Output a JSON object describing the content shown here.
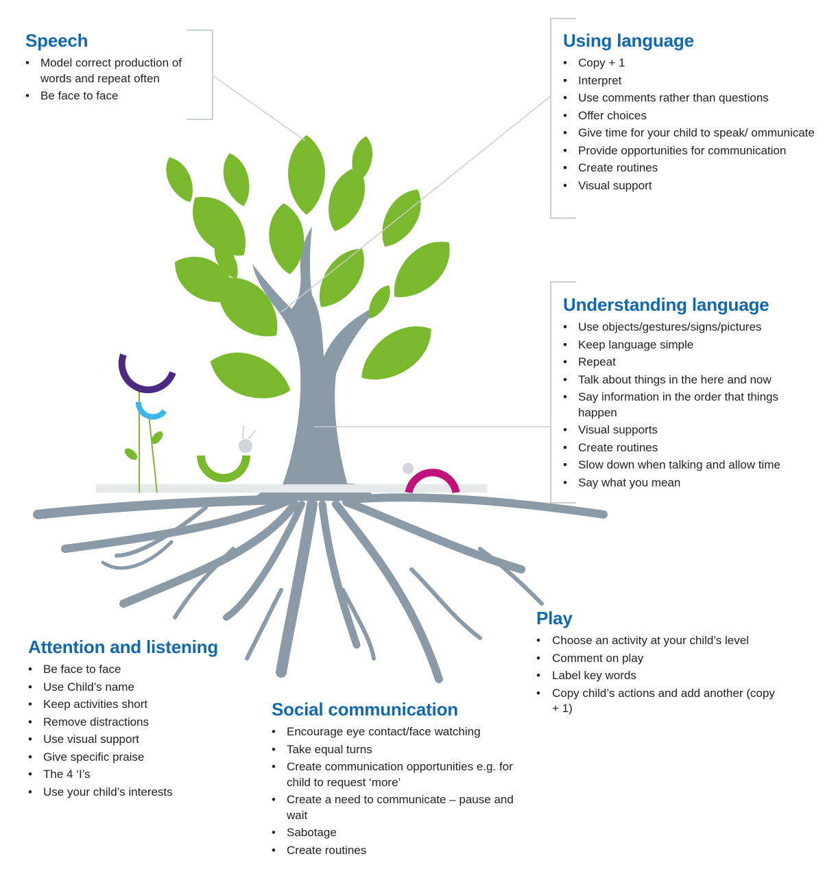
{
  "colors": {
    "heading": "#1068b0",
    "leaf": "#7ab92e",
    "trunk": "#8a9aa6",
    "purple": "#4b2a83",
    "cyan": "#3cb6e8",
    "magenta": "#c0127a"
  },
  "sections": {
    "speech": {
      "title": "Speech",
      "items": [
        "Model correct production of words and repeat often",
        "Be face to face"
      ]
    },
    "using": {
      "title": "Using language",
      "items": [
        "Copy + 1",
        "Interpret",
        "Use comments rather than questions",
        "Offer choices",
        "Give time for your child to speak/ ommunicate",
        "Provide opportunities for communication",
        "Create routines",
        "Visual support"
      ]
    },
    "understanding": {
      "title": "Understanding language",
      "items": [
        "Use objects/gestures/signs/pictures",
        "Keep language simple",
        "Repeat",
        "Talk about things in the here and now",
        "Say information in the order that things happen",
        "Visual supports",
        "Create routines",
        "Slow down when talking and allow time",
        "Say what you mean"
      ]
    },
    "play": {
      "title": "Play",
      "items": [
        "Choose an activity at your child’s level",
        "Comment on play",
        "Label key words",
        "Copy child’s actions and add another (copy + 1)"
      ]
    },
    "attention": {
      "title": "Attention and listening",
      "items": [
        "Be face to face",
        "Use Child’s name",
        "Keep activities short",
        "Remove distractions",
        "Use visual support",
        "Give specific praise",
        "The 4 ‘I’s",
        "Use your child’s interests"
      ]
    },
    "social": {
      "title": "Social communication",
      "items": [
        "Encourage eye contact/face watching",
        "Take equal turns",
        "Create communication opportunities e.g. for child to request ‘more’",
        "Create a need to communicate – pause and wait",
        "Sabotage",
        "Create routines"
      ]
    }
  }
}
